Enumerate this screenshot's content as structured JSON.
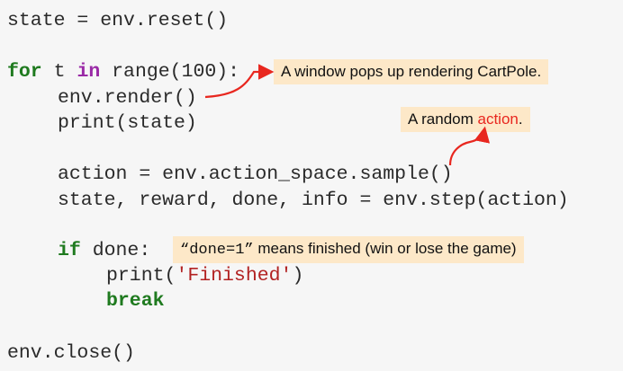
{
  "code": {
    "line1": "state = env.reset()",
    "line2_kw": "for",
    "line2_a": " t ",
    "line2_in": "in",
    "line2_b": " range(100):",
    "line3": "env.render()",
    "line4": "print(state)",
    "line5": "action = env.action_space.sample()",
    "line6": "state, reward, done, info = env.step(action)",
    "line7_kw": "if",
    "line7_b": " done:",
    "line8_a": "print(",
    "line8_str": "'Finished'",
    "line8_b": ")",
    "line9_kw": "break",
    "line10": "env.close()"
  },
  "callouts": {
    "render_note": "A window pops up rendering CartPole.",
    "action_note_prefix": "A random ",
    "action_note_highlight": "action",
    "action_note_suffix": ".",
    "done_note_code": "“done=1”",
    "done_note_text": " means finished (win or lose the game)"
  },
  "colors": {
    "keyword": "#1f7a1f",
    "keyword_in": "#9a2aa6",
    "string": "#b22222",
    "callout_bg": "#fde8c8",
    "arrow": "#e8271f"
  }
}
